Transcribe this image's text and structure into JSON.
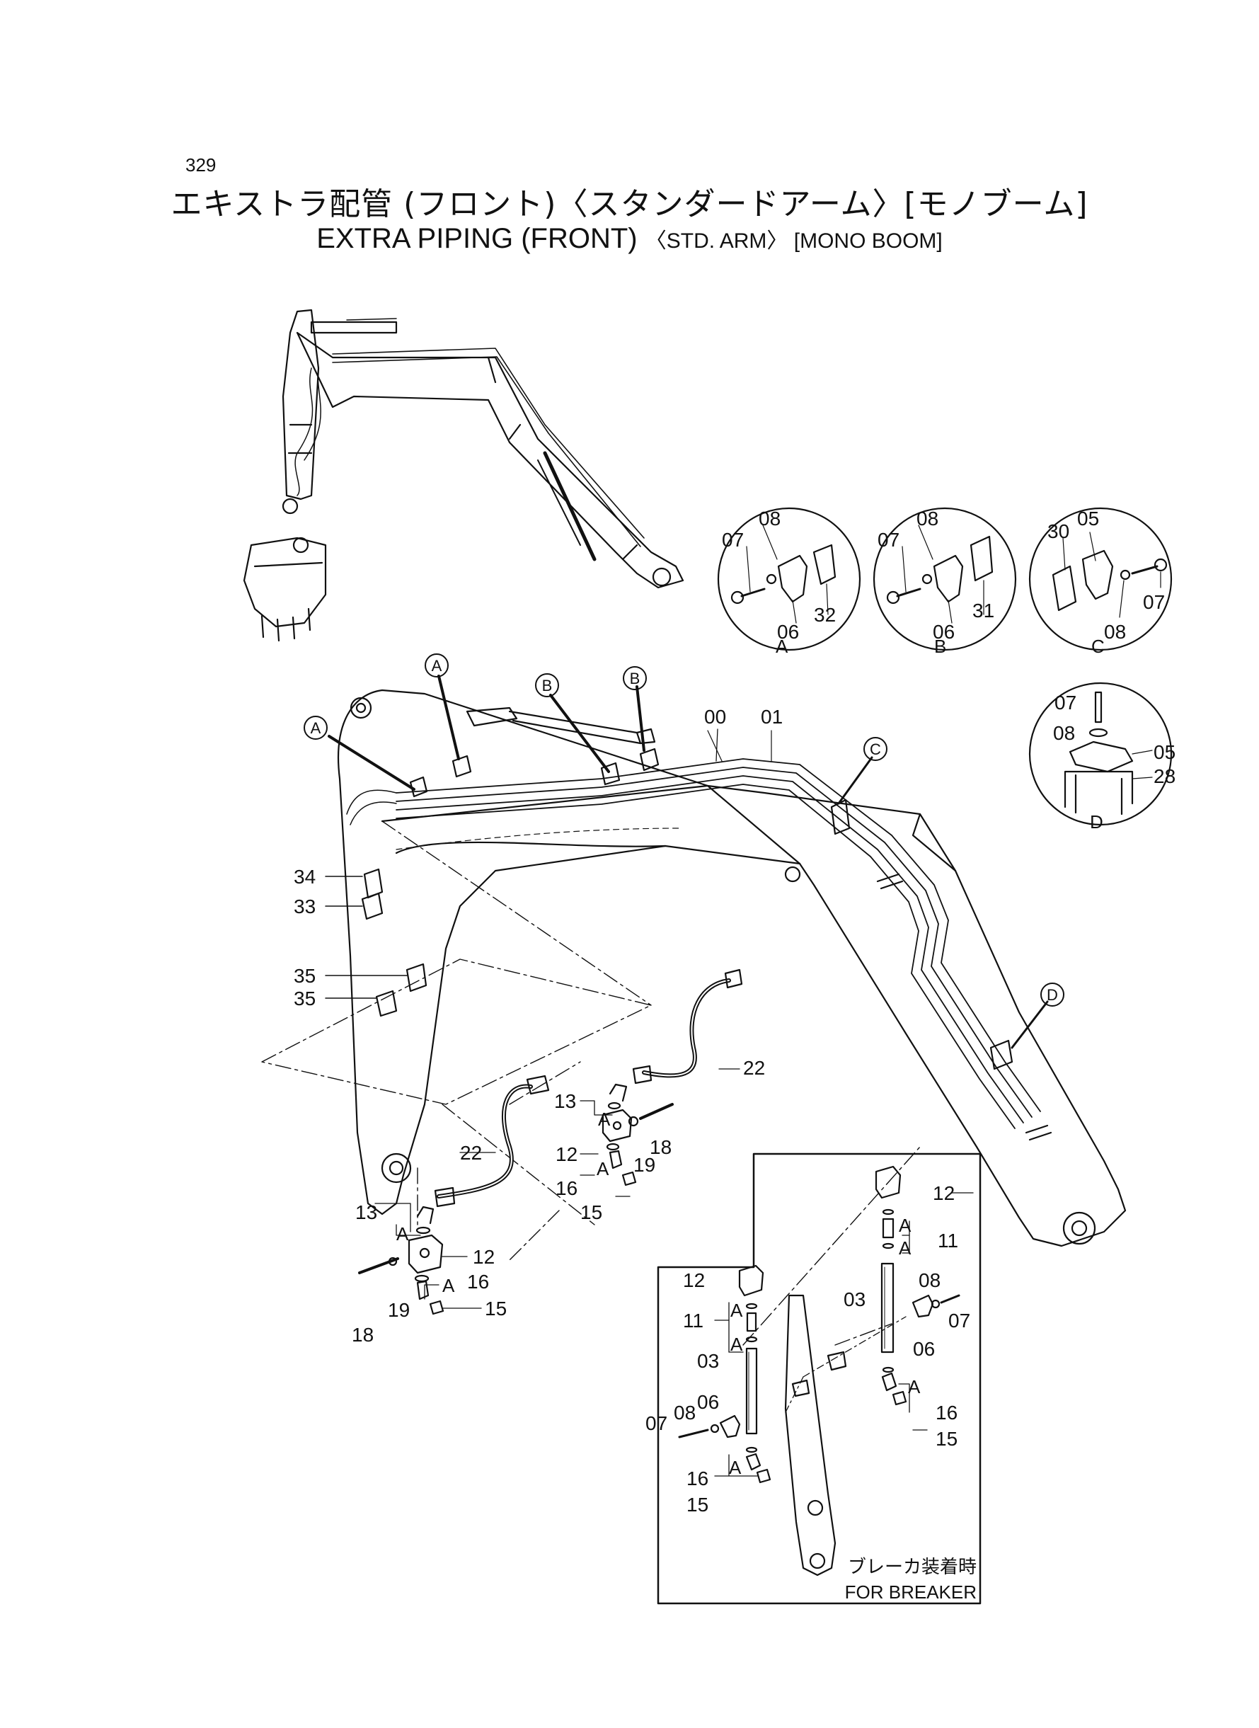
{
  "page": {
    "number": "329",
    "title_jp": "エキストラ配管 (フロント)〈スタンダードアーム〉[モノブーム]",
    "title_en_main": "EXTRA  PIPING  (FRONT)",
    "title_en_sub": "〈STD. ARM〉 [MONO BOOM]"
  },
  "callouts": {
    "A": "A",
    "B": "B",
    "C": "C",
    "D": "D"
  },
  "parts": {
    "p00": "00",
    "p01": "01",
    "p03": "03",
    "p05": "05",
    "p06": "06",
    "p07": "07",
    "p08": "08",
    "p11": "11",
    "p12": "12",
    "p13": "13",
    "p15": "15",
    "p16": "16",
    "p18": "18",
    "p19": "19",
    "p22": "22",
    "p28": "28",
    "p30": "30",
    "p31": "31",
    "p32": "32",
    "p33": "33",
    "p34": "34",
    "p35": "35"
  },
  "inset": {
    "label_jp": "ブレーカ装着時",
    "label_en": "FOR  BREAKER"
  }
}
